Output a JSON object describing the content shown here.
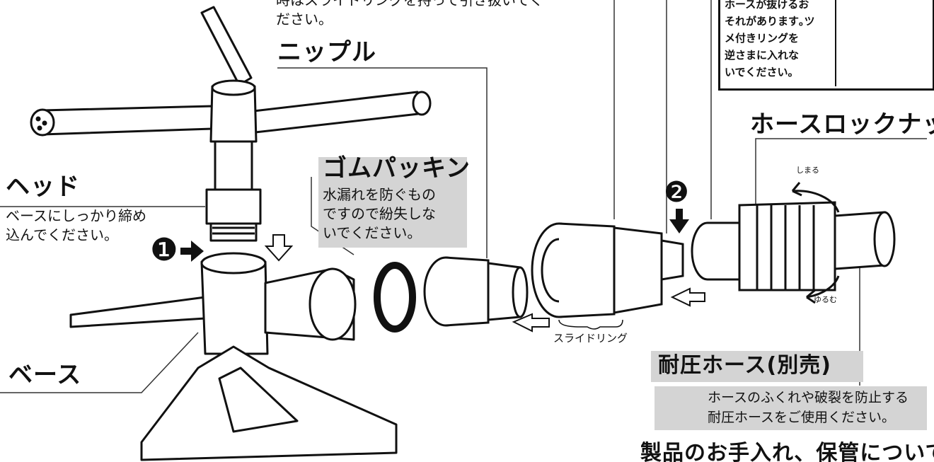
{
  "top_note": "時はスライドリングを持って引き抜いてく\nださい。",
  "warning": {
    "text": "ホースが抜けるお\nそれがあります｡ツ\nメ付きリングを\n逆さまに入れな\nいでください。"
  },
  "labels": {
    "nipple": "ニップル",
    "hose_lock_nut": "ホースロックナット",
    "rubber_packing": "ゴムパッキン",
    "rubber_packing_desc": "水漏れを防ぐもの\nですので紛失しな\nいでください。",
    "head": "ヘッド",
    "head_desc": "ベースにしっかり締め\n込んでください。",
    "base": "ベース",
    "slide_ring": "スライドリング",
    "pressure_hose": "耐圧ホース(別売)",
    "pressure_hose_warning": "ホースのふくれや破裂を防止する\n耐圧ホースをご使用ください。",
    "tighten": "しまる",
    "loosen": "ゆるむ",
    "step1": "❶",
    "step2": "❷",
    "bottom_heading": "製品のお手入れ、保管について"
  },
  "icons": [
    "step-1-badge",
    "step-2-badge",
    "arrow-right-icon",
    "arrow-down-icon",
    "assembly-arrow-icon",
    "rotate-arrow-icon",
    "warning-triangle-icon",
    "cross-mark-icon"
  ]
}
